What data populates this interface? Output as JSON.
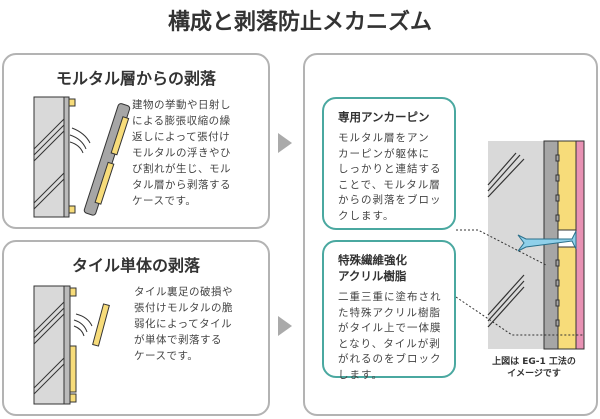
{
  "title": "構成と剥落防止メカニズム",
  "panels": [
    {
      "title": "モルタル層からの剥落",
      "lines": [
        "建物の挙動や日射し",
        "による膨張収縮の繰",
        "返しによって張付け",
        "モルタルの浮きやひ",
        "び割れが生じ、モル",
        "タル層から剥落する",
        "ケースです。"
      ]
    },
    {
      "title": "タイル単体の剥落",
      "lines": [
        "タイル裏足の破損や",
        "張付けモルタルの脆",
        "弱化によってタイル",
        "が単体で剥落する",
        "ケースです。"
      ]
    }
  ],
  "callouts": [
    {
      "title_lines": [
        "専用アンカーピン"
      ],
      "lines": [
        "モルタル層をアン",
        "カーピンが躯体に",
        "しっかりと連結する",
        "ことで、モルタル層",
        "からの剥落をブロッ",
        "クします。"
      ]
    },
    {
      "title_lines": [
        "特殊繊維強化",
        "アクリル樹脂"
      ],
      "lines": [
        "二重三重に塗布され",
        "た特殊アクリル樹脂",
        "がタイル上で一体膜",
        "となり、タイルが剥",
        "がれるのをブロック",
        "します。"
      ]
    }
  ],
  "caption": [
    "上図は EG-1 工法の",
    "イメージです"
  ],
  "colors": {
    "accent": "#4aa8a0",
    "tile": "#f7dc7a",
    "resin": "#e892b4",
    "concrete": "#d9d9d9",
    "mortar": "#a6a6a6",
    "border": "#b3b3b3"
  }
}
